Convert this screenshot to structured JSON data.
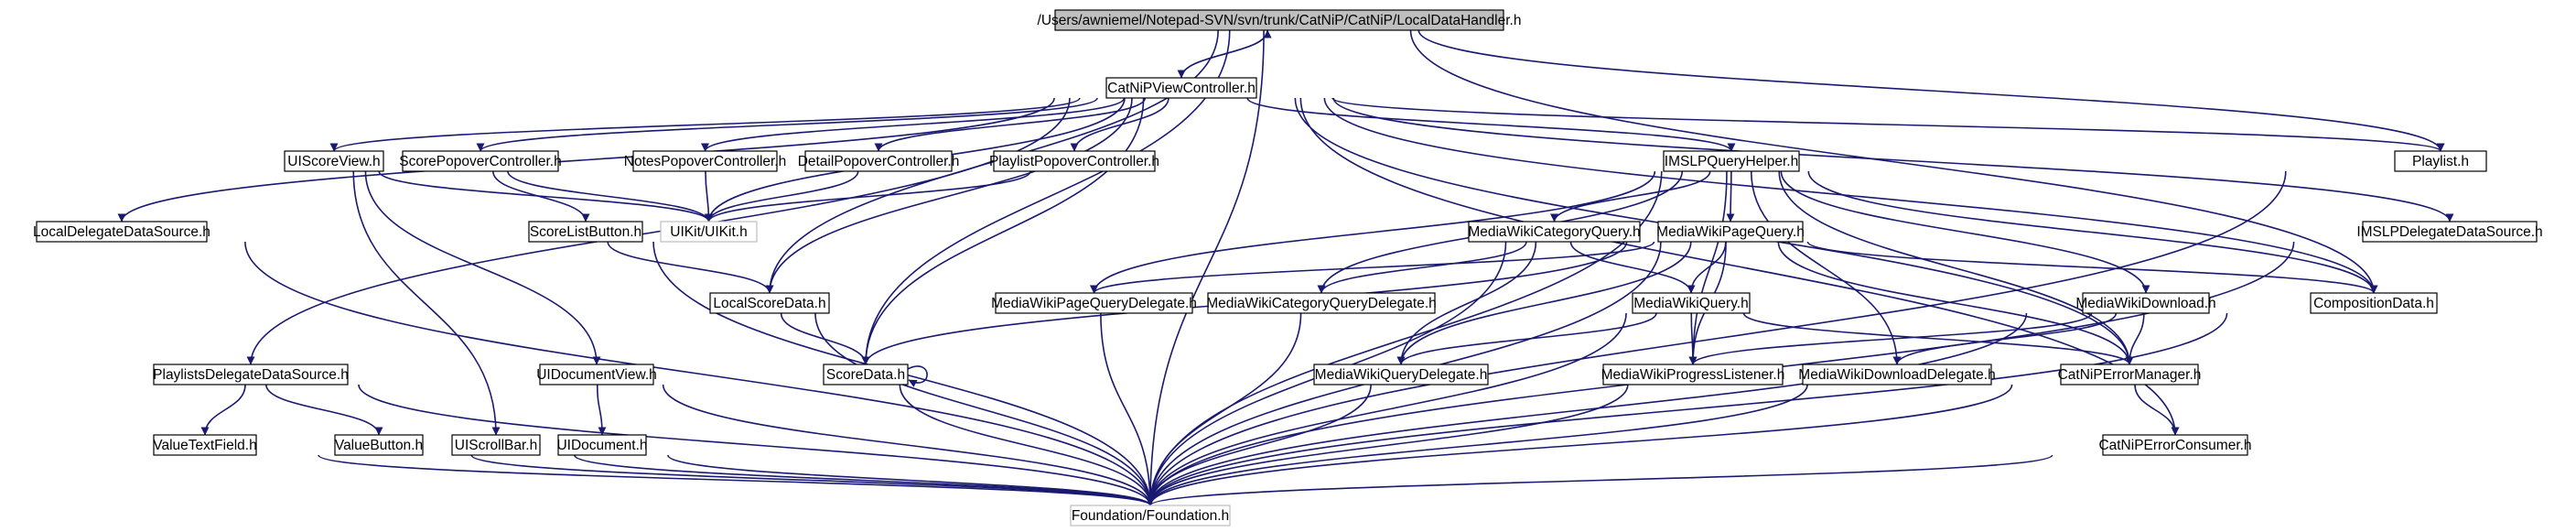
{
  "colors": {
    "edge": "#191970",
    "node_border": "#000000",
    "node_border_external": "#bfbfbf",
    "root_fill": "#bfbfbf",
    "node_fill": "#ffffff"
  },
  "nodes": [
    {
      "id": "root",
      "label": "/Users/awniemel/Notepad-SVN/svn/trunk/CatNiP/CatNiP/LocalDataHandler.h",
      "kind": "root"
    },
    {
      "id": "vc",
      "label": "CatNiPViewController.h"
    },
    {
      "id": "uiscoreview",
      "label": "UIScoreView.h"
    },
    {
      "id": "scorepopover",
      "label": "ScorePopoverController.h"
    },
    {
      "id": "notespopover",
      "label": "NotesPopoverController.h"
    },
    {
      "id": "detailpopover",
      "label": "DetailPopoverController.h"
    },
    {
      "id": "playlistpopover",
      "label": "PlaylistPopoverController.h"
    },
    {
      "id": "imslp",
      "label": "IMSLPQueryHelper.h"
    },
    {
      "id": "playlist",
      "label": "Playlist.h"
    },
    {
      "id": "localdelegate",
      "label": "LocalDelegateDataSource.h"
    },
    {
      "id": "uikit",
      "label": "UIKit/UIKit.h",
      "kind": "external"
    },
    {
      "id": "scorelistbutton",
      "label": "ScoreListButton.h"
    },
    {
      "id": "mwcategoryquery",
      "label": "MediaWikiCategoryQuery.h"
    },
    {
      "id": "mwpagequery",
      "label": "MediaWikiPageQuery.h"
    },
    {
      "id": "imslpdelegate",
      "label": "IMSLPDelegateDataSource.h"
    },
    {
      "id": "localscoredata",
      "label": "LocalScoreData.h"
    },
    {
      "id": "mwpagequerydelegate",
      "label": "MediaWikiPageQueryDelegate.h"
    },
    {
      "id": "mwcategoryquerydelegate",
      "label": "MediaWikiCategoryQueryDelegate.h"
    },
    {
      "id": "mwquery",
      "label": "MediaWikiQuery.h"
    },
    {
      "id": "mwdownload",
      "label": "MediaWikiDownload.h"
    },
    {
      "id": "compositiondata",
      "label": "CompositionData.h"
    },
    {
      "id": "playlistsdelegate",
      "label": "PlaylistsDelegateDataSource.h"
    },
    {
      "id": "uidocumentview",
      "label": "UIDocumentView.h"
    },
    {
      "id": "scoredata",
      "label": "ScoreData.h"
    },
    {
      "id": "mwquerydelegate",
      "label": "MediaWikiQueryDelegate.h"
    },
    {
      "id": "mwprogress",
      "label": "MediaWikiProgressListener.h"
    },
    {
      "id": "mwdownloaddelegate",
      "label": "MediaWikiDownloadDelegate.h"
    },
    {
      "id": "errormanager",
      "label": "CatNiPErrorManager.h"
    },
    {
      "id": "valuetextfield",
      "label": "ValueTextField.h"
    },
    {
      "id": "valuebutton",
      "label": "ValueButton.h"
    },
    {
      "id": "uiscrollbar",
      "label": "UIScrollBar.h"
    },
    {
      "id": "uidocument",
      "label": "UIDocument.h"
    },
    {
      "id": "errorconsumer",
      "label": "CatNiPErrorConsumer.h"
    },
    {
      "id": "foundation",
      "label": "Foundation/Foundation.h",
      "kind": "external"
    }
  ],
  "edges": [
    [
      "root",
      "vc"
    ],
    [
      "root",
      "localscoredata"
    ],
    [
      "root",
      "scoredata"
    ],
    [
      "root",
      "compositiondata"
    ],
    [
      "root",
      "playlist"
    ],
    [
      "root",
      "foundation"
    ],
    [
      "vc",
      "root"
    ],
    [
      "vc",
      "uiscoreview"
    ],
    [
      "vc",
      "scorepopover"
    ],
    [
      "vc",
      "notespopover"
    ],
    [
      "vc",
      "detailpopover"
    ],
    [
      "vc",
      "playlistpopover"
    ],
    [
      "vc",
      "imslp"
    ],
    [
      "vc",
      "playlist"
    ],
    [
      "vc",
      "localdelegate"
    ],
    [
      "vc",
      "uikit"
    ],
    [
      "vc",
      "playlistsdelegate"
    ],
    [
      "vc",
      "localscoredata"
    ],
    [
      "vc",
      "scoredata"
    ],
    [
      "vc",
      "imslpdelegate"
    ],
    [
      "vc",
      "compositiondata"
    ],
    [
      "vc",
      "errormanager"
    ],
    [
      "vc",
      "errorconsumer"
    ],
    [
      "uiscoreview",
      "uikit"
    ],
    [
      "uiscoreview",
      "uidocumentview"
    ],
    [
      "uiscoreview",
      "uiscrollbar"
    ],
    [
      "scorepopover",
      "uikit"
    ],
    [
      "scorepopover",
      "scorelistbutton"
    ],
    [
      "notespopover",
      "uikit"
    ],
    [
      "detailpopover",
      "uikit"
    ],
    [
      "playlistpopover",
      "uikit"
    ],
    [
      "scorelistbutton",
      "localscoredata"
    ],
    [
      "scorelistbutton",
      "foundation"
    ],
    [
      "imslp",
      "mwcategoryquery"
    ],
    [
      "imslp",
      "mwpagequery"
    ],
    [
      "imslp",
      "mwpagequerydelegate"
    ],
    [
      "imslp",
      "mwcategoryquerydelegate"
    ],
    [
      "imslp",
      "mwdownload"
    ],
    [
      "imslp",
      "mwdownloaddelegate"
    ],
    [
      "imslp",
      "mwprogress"
    ],
    [
      "imslp",
      "errormanager"
    ],
    [
      "imslp",
      "compositiondata"
    ],
    [
      "imslp",
      "foundation"
    ],
    [
      "mwcategoryquery",
      "mwquery"
    ],
    [
      "mwcategoryquery",
      "mwcategoryquerydelegate"
    ],
    [
      "mwcategoryquery",
      "mwquerydelegate"
    ],
    [
      "mwcategoryquery",
      "foundation"
    ],
    [
      "mwpagequery",
      "mwquery"
    ],
    [
      "mwpagequery",
      "mwpagequerydelegate"
    ],
    [
      "mwpagequery",
      "mwquerydelegate"
    ],
    [
      "mwpagequery",
      "compositiondata"
    ],
    [
      "mwpagequery",
      "errormanager"
    ],
    [
      "mwpagequery",
      "scoredata"
    ],
    [
      "mwpagequery",
      "mwprogress"
    ],
    [
      "mwpagequery",
      "foundation"
    ],
    [
      "mwquery",
      "mwquerydelegate"
    ],
    [
      "mwquery",
      "mwprogress"
    ],
    [
      "mwquery",
      "errormanager"
    ],
    [
      "mwquery",
      "foundation"
    ],
    [
      "mwdownload",
      "mwdownloaddelegate"
    ],
    [
      "mwdownload",
      "mwprogress"
    ],
    [
      "mwdownload",
      "errormanager"
    ],
    [
      "mwdownload",
      "foundation"
    ],
    [
      "localscoredata",
      "scoredata"
    ],
    [
      "localscoredata",
      "foundation"
    ],
    [
      "scoredata",
      "scoredata"
    ],
    [
      "scoredata",
      "foundation"
    ],
    [
      "mwpagequerydelegate",
      "foundation"
    ],
    [
      "mwcategoryquerydelegate",
      "foundation"
    ],
    [
      "mwquerydelegate",
      "foundation"
    ],
    [
      "mwprogress",
      "foundation"
    ],
    [
      "mwdownloaddelegate",
      "foundation"
    ],
    [
      "errormanager",
      "errorconsumer"
    ],
    [
      "errormanager",
      "foundation"
    ],
    [
      "errorconsumer",
      "foundation"
    ],
    [
      "compositiondata",
      "foundation"
    ],
    [
      "imslpdelegate",
      "foundation"
    ],
    [
      "playlist",
      "foundation"
    ],
    [
      "localdelegate",
      "foundation"
    ],
    [
      "playlistsdelegate",
      "valuetextfield"
    ],
    [
      "playlistsdelegate",
      "valuebutton"
    ],
    [
      "playlistsdelegate",
      "foundation"
    ],
    [
      "valuetextfield",
      "foundation"
    ],
    [
      "valuebutton",
      "foundation"
    ],
    [
      "uiscrollbar",
      "foundation"
    ],
    [
      "uidocumentview",
      "uidocument"
    ],
    [
      "uidocumentview",
      "foundation"
    ],
    [
      "uidocument",
      "foundation"
    ]
  ]
}
